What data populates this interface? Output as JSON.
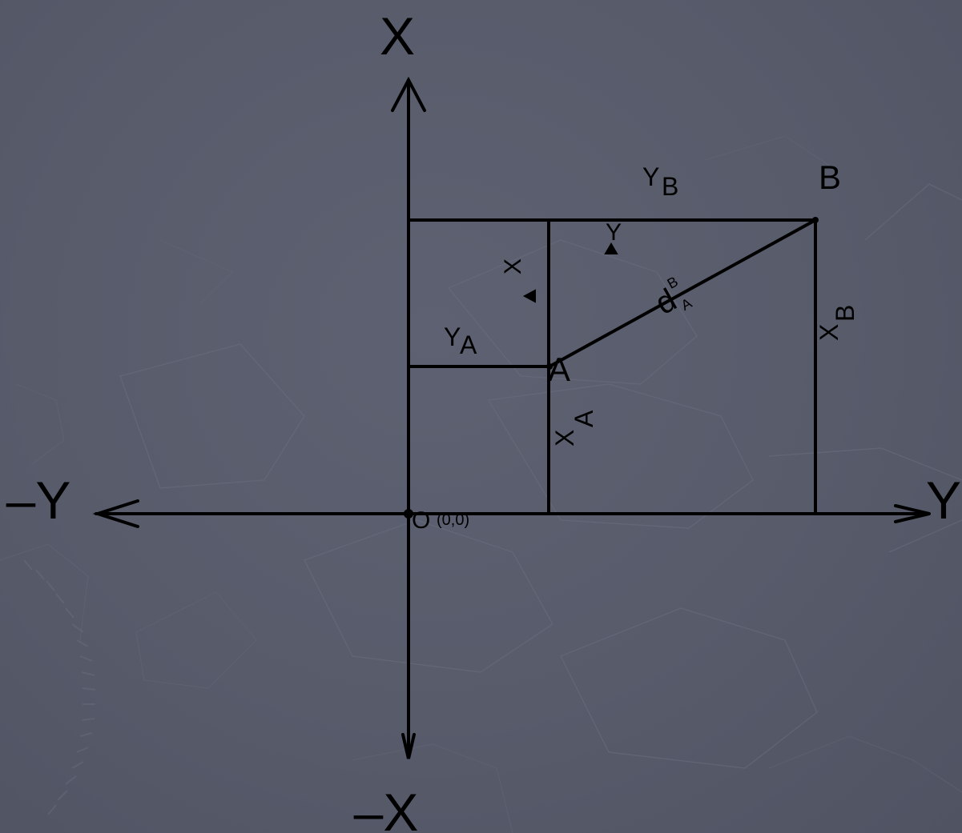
{
  "axes": {
    "x_pos": "X",
    "x_neg": "–X",
    "y_pos": "Y",
    "y_neg": "–Y"
  },
  "origin": {
    "letter": "O",
    "coords": "(0,0)"
  },
  "points": {
    "a": "A",
    "b": "B"
  },
  "measures": {
    "ya_main": "Y",
    "ya_sub": "A",
    "yb_main": "Y",
    "yb_sub": "B",
    "xa_main": "X",
    "xa_sub": "A",
    "xb_main": "X",
    "xb_sub": "B",
    "delta_x": "X",
    "delta_y": "Y",
    "distance_main": "d",
    "distance_sub": "A",
    "distance_sup": "B"
  },
  "colors": {
    "background": "#565a69",
    "ink": "#000000"
  }
}
